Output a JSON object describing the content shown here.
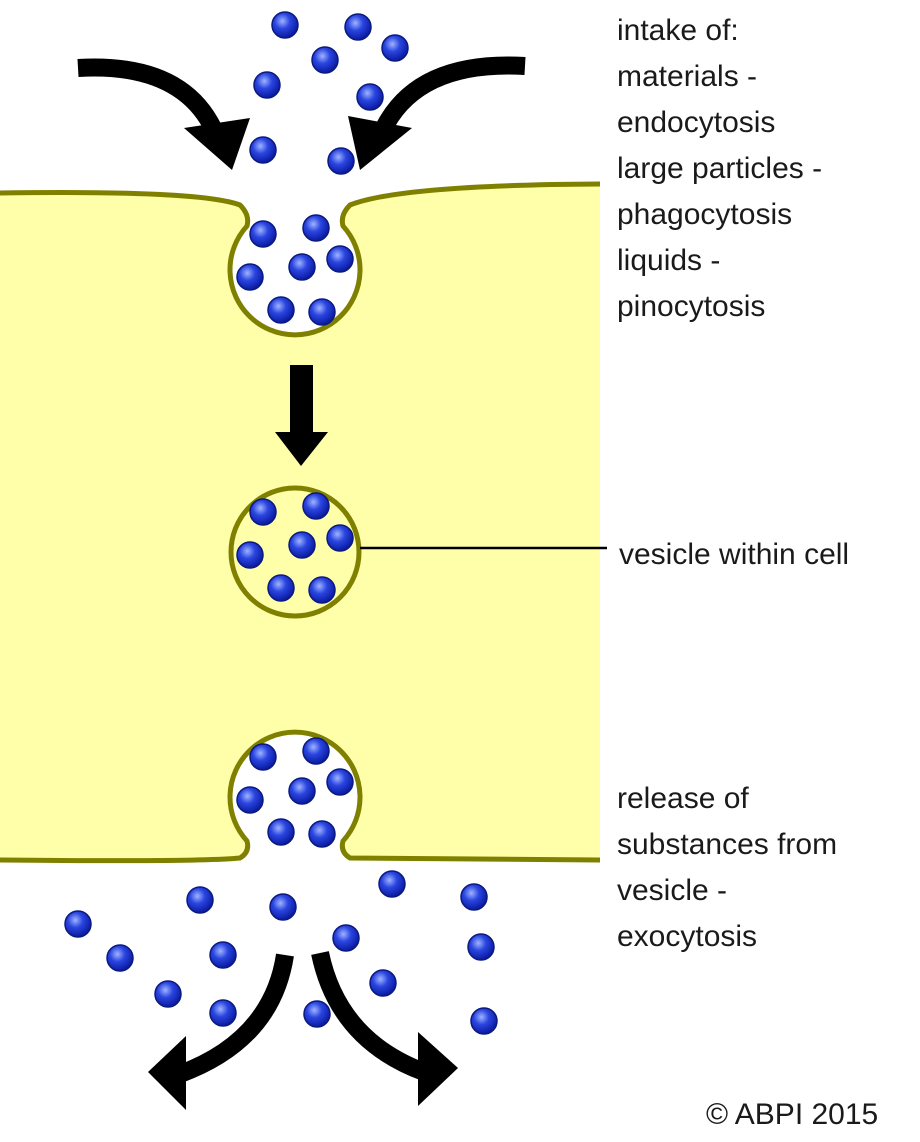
{
  "colors": {
    "cytoplasm": "#ffffaa",
    "membrane": "#808000",
    "particle": "#1a2fd0",
    "arrow": "#000000"
  },
  "labels": {
    "intake": [
      "intake of:",
      "materials -",
      "endocytosis",
      "large particles -",
      "phagocytosis",
      "liquids -",
      "pinocytosis"
    ],
    "vesicle": "vesicle within cell",
    "release": [
      "release of",
      "substances from",
      "vesicle -",
      "exocytosis"
    ],
    "copyright": "© ABPI 2015"
  }
}
